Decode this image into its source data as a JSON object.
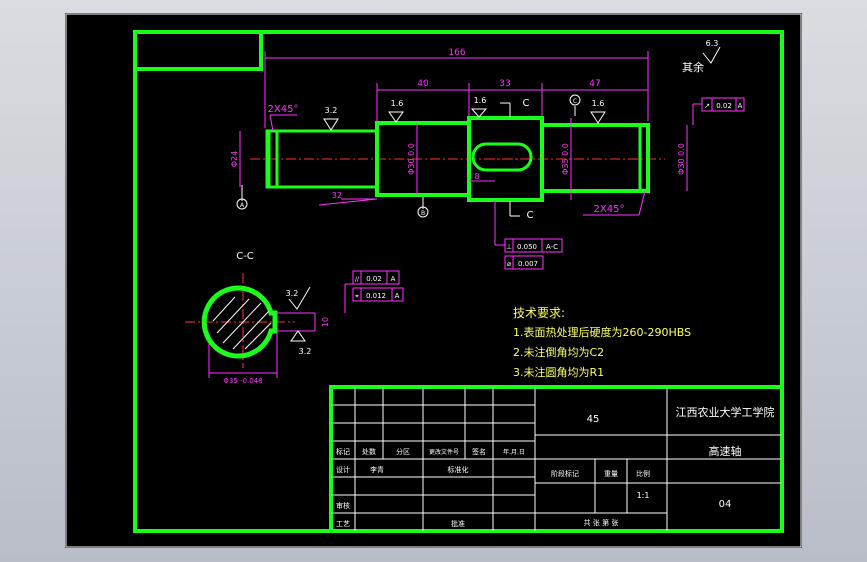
{
  "drawing": {
    "dimensions": {
      "overall": "166",
      "seg1": "40",
      "seg2": "33",
      "seg3": "47",
      "dia_left": "Φ24",
      "dia_mid1": "Φ30 0.0",
      "dia_mid2": "Φ35 0.0",
      "dia_right": "Φ30 0.0",
      "key_width": "8",
      "shoulder": "32",
      "section_dia": "Φ35 -0.048",
      "section_slot": "10"
    },
    "chamfers": {
      "left": "2X45°",
      "right": "2X45°"
    },
    "roughness": {
      "rest": "6.3",
      "rest_label": "其余",
      "r1": "3.2",
      "r2": "1.6",
      "r3": "1.6",
      "r4": "1.6",
      "sec_top": "3.2",
      "sec_bottom": "3.2"
    },
    "section_labels": {
      "top": "C",
      "bottom": "C",
      "title": "C-C"
    },
    "datums": {
      "A": "A",
      "B": "B",
      "C": "C"
    },
    "tolerances": {
      "runout": [
        "↗",
        "0.02",
        "A"
      ],
      "flat1": [
        "⊥",
        "0.050",
        "A-C"
      ],
      "flat2": [
        "⌀",
        "0.007"
      ],
      "sec1": [
        "//",
        "0.02",
        "A"
      ],
      "sec2": [
        "⌖",
        "0.012",
        "A"
      ]
    },
    "tech_req": {
      "title": "技术要求:",
      "items": [
        "1.表面热处理后硬度为260-290HBS",
        "2.未注倒角均为C2",
        "3.未注圆角均为R1"
      ]
    }
  },
  "title_block": {
    "material": "45",
    "institution": "江西农业大学工学院",
    "part_name": "高速轴",
    "drawing_no": "04",
    "scale": "1:1",
    "headers": [
      "标记",
      "处数",
      "分区",
      "更改文件号",
      "签名",
      "年.月.日"
    ],
    "design": "设计",
    "designer": "李青",
    "standard": "标准化",
    "stage": "阶段标记",
    "weight": "重量",
    "ratio": "比例",
    "review": "审核",
    "process": "工艺",
    "approve": "批准",
    "sheets": "共  张  第  张"
  }
}
